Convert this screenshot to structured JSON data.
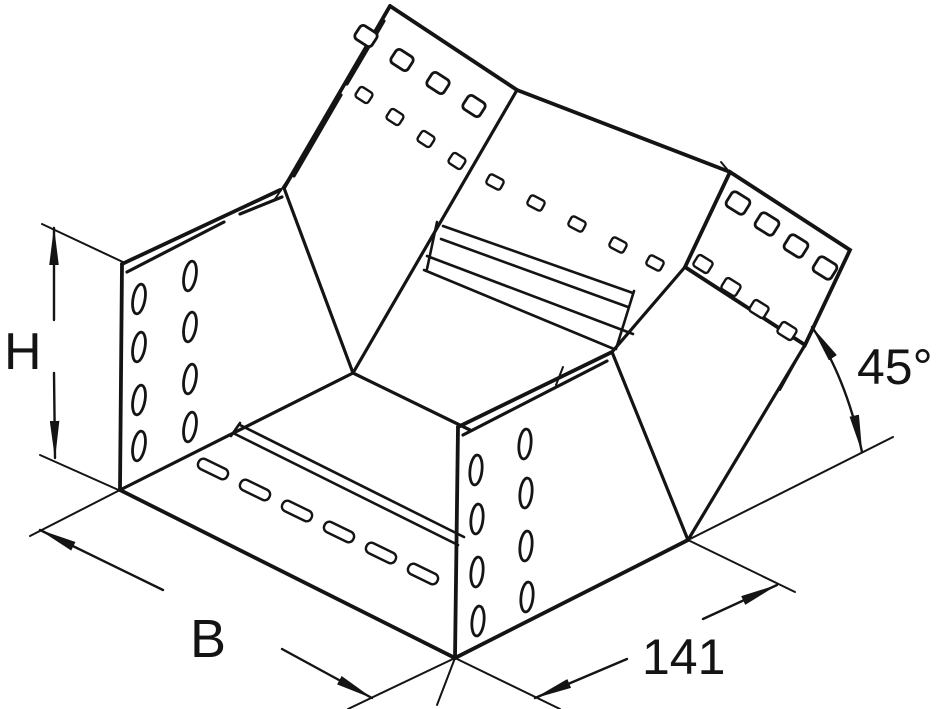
{
  "figure": {
    "kind": "technical-line-drawing",
    "subject": "Cable tray 45-degree riser bend, perforated, isometric view",
    "background_color": "#ffffff",
    "line_color": "#141414",
    "labels": {
      "height": "H",
      "width": "B",
      "length": "141",
      "angle": "45°"
    }
  }
}
